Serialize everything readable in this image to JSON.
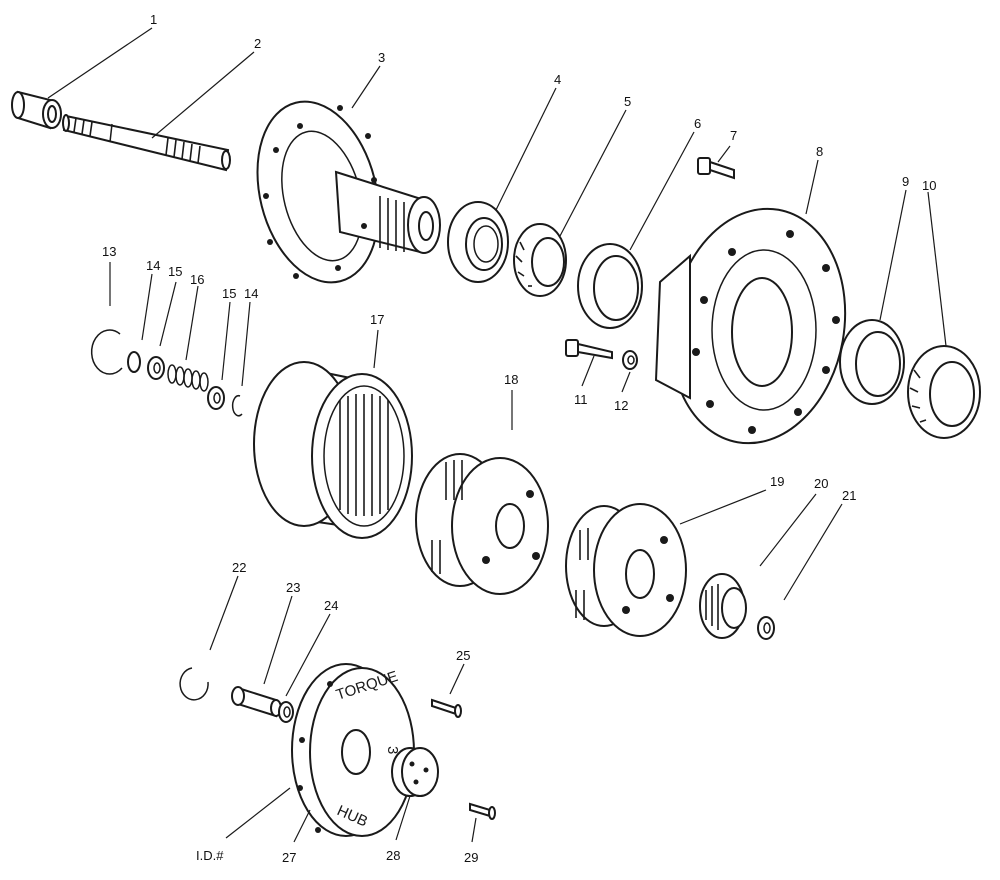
{
  "callouts": {
    "c1": "1",
    "c2": "2",
    "c3": "3",
    "c4": "4",
    "c5": "5",
    "c6": "6",
    "c7": "7",
    "c8": "8",
    "c9": "9",
    "c10": "10",
    "c11": "11",
    "c12": "12",
    "c13": "13",
    "c14a": "14",
    "c15a": "15",
    "c16": "16",
    "c15b": "15",
    "c14b": "14",
    "c17": "17",
    "c18": "18",
    "c19": "19",
    "c20": "20",
    "c21": "21",
    "c22": "22",
    "c23": "23",
    "c24": "24",
    "c25": "25",
    "cid": "I.D.#",
    "c27": "27",
    "c28": "28",
    "c29": "29"
  },
  "cover_stamp": {
    "line1": "TORQUE",
    "line2": "HUB",
    "digit": "3"
  }
}
